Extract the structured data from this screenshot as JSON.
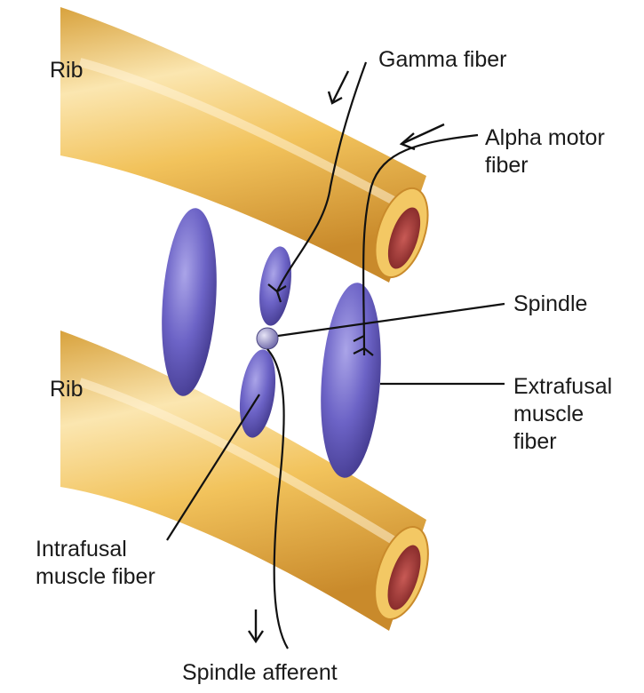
{
  "labels": {
    "rib_top": "Rib",
    "rib_bottom": "Rib",
    "gamma_fiber": "Gamma fiber",
    "alpha_motor_fiber": [
      "Alpha motor",
      "fiber"
    ],
    "spindle": "Spindle",
    "extrafusal_muscle_fiber": [
      "Extrafusal",
      "muscle",
      "fiber"
    ],
    "intrafusal_muscle_fiber": [
      "Intrafusal",
      "muscle fiber"
    ],
    "spindle_afferent": "Spindle afferent"
  },
  "colors": {
    "rib_fill": "#f2c35c",
    "rib_highlight": "#fbe7b4",
    "rib_shadow": "#d2932f",
    "rib_marrow": "#a63b3b",
    "muscle_fill": "#6c63c6",
    "muscle_highlight": "#a9a3e6",
    "muscle_shadow": "#453c93",
    "line": "#111111"
  }
}
